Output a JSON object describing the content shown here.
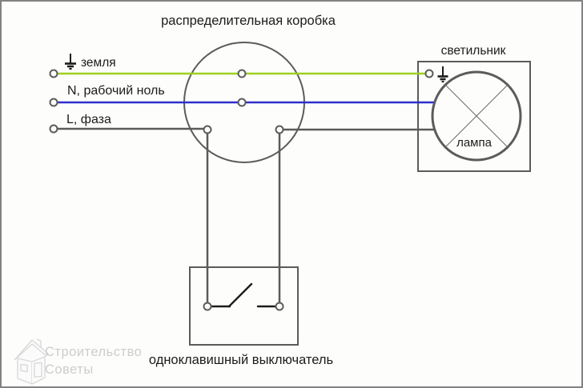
{
  "page": {
    "background": "#fdfdfb",
    "border_color": "#828282",
    "text_color": "#1c1c1c",
    "outline_color": "#5b5b5b"
  },
  "junction_box": {
    "label": "распределительная коробка"
  },
  "wires": {
    "ground": {
      "label": "земля",
      "color": "#9ed021"
    },
    "neutral": {
      "label": "N, рабочий ноль",
      "color": "#2f2fcb"
    },
    "phase": {
      "label": "L, фаза",
      "color": "#5b5b5b"
    }
  },
  "fixture": {
    "label": "светильник",
    "lamp_label": "лампа"
  },
  "switch": {
    "label": "одноклавишный выключатель"
  },
  "watermark": {
    "line1": "Строительство",
    "line2": "Советы",
    "color": "#cdcdcd"
  }
}
